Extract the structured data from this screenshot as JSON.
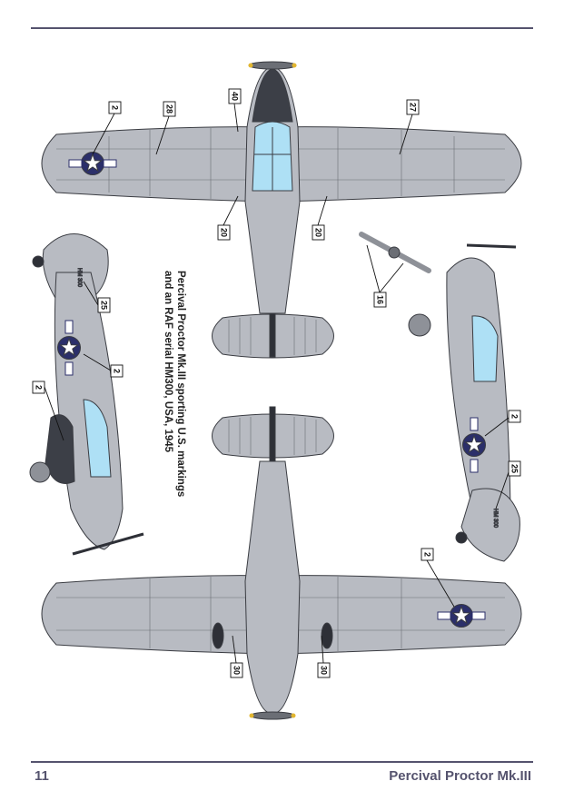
{
  "page": {
    "number": "11",
    "title": "Percival Proctor Mk.III"
  },
  "caption": {
    "line1": "Percival Proctor Mk.III sporting U.S. markings",
    "line2": "and an RAF serial HM300, USA, 1945"
  },
  "serial": "HM 300",
  "callouts": {
    "top_view": [
      "2",
      "28",
      "40",
      "27",
      "20",
      "20"
    ],
    "left_side": [
      "25",
      "2",
      "2"
    ],
    "right_side": [
      "16",
      "2",
      "25"
    ],
    "bottom_view": [
      "2",
      "30",
      "30"
    ]
  },
  "colors": {
    "airframe": "#b8bbc2",
    "panel_line": "#6b6e75",
    "roundel_blue": "#2b2f6a",
    "glazing": "#aee0f5",
    "rule": "#55536e",
    "spinner_tip": "#e2b62f"
  }
}
